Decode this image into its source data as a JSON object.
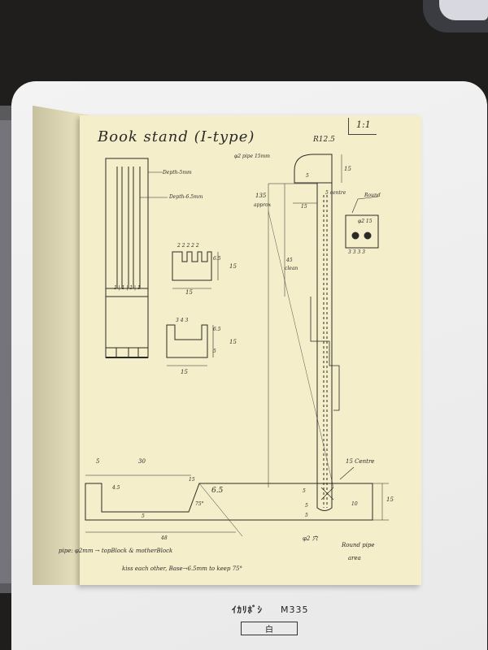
{
  "title": "Book stand (I-type)",
  "scale": "1:1",
  "left_drawing": {
    "depth_top": "Depth-5mm",
    "depth_mid": "Depth-6.5mm",
    "bottom_nums": "1 | 1 | 1 | 1"
  },
  "blocks": {
    "upper_block": {
      "h": "6.5",
      "total": "15",
      "width": "15",
      "nums": "2 2 2 2 2"
    },
    "lower_block": {
      "h": "6.5",
      "inner": "4",
      "bottom": "5",
      "total": "15",
      "width": "15",
      "nums": "3 4 3"
    }
  },
  "side_view": {
    "radius": "R12.5",
    "pipe_label": "φ2 pipe 15mm",
    "pipe_val": "15",
    "height_135": "135",
    "height_opp": "approx",
    "five_centre": "5 centre",
    "five_a": "5",
    "fifteen": "15",
    "length_45": "45",
    "length_45b": "clean",
    "round_label": "Round",
    "round_dims": "φ2 15",
    "round_nums": "3 3 3 3"
  },
  "base": {
    "five_left": "5",
    "thirty": "30",
    "four_five": "4.5",
    "fifteen_label": "15",
    "six_five": "6.5",
    "angle": "75°",
    "five_bottom": "5",
    "forty_eight": "48",
    "fifteen_centre": "15 Centre",
    "five_r1": "5",
    "five_r2": "5",
    "five_r3": "5",
    "ten": "10",
    "fifteen_right": "15"
  },
  "notes": {
    "note_line1": "pipe: φ2mm → topBlock & motherBlock",
    "note_line2": "kiss each other, Base→6.5mm to keep 75°",
    "phi_label": "φ2 穴",
    "round_pipe": "Round pipe",
    "round_pipe2": "area"
  },
  "pad": {
    "brand": "ｲｶﾘﾎﾞｼ",
    "model": "M335",
    "color": "白"
  }
}
